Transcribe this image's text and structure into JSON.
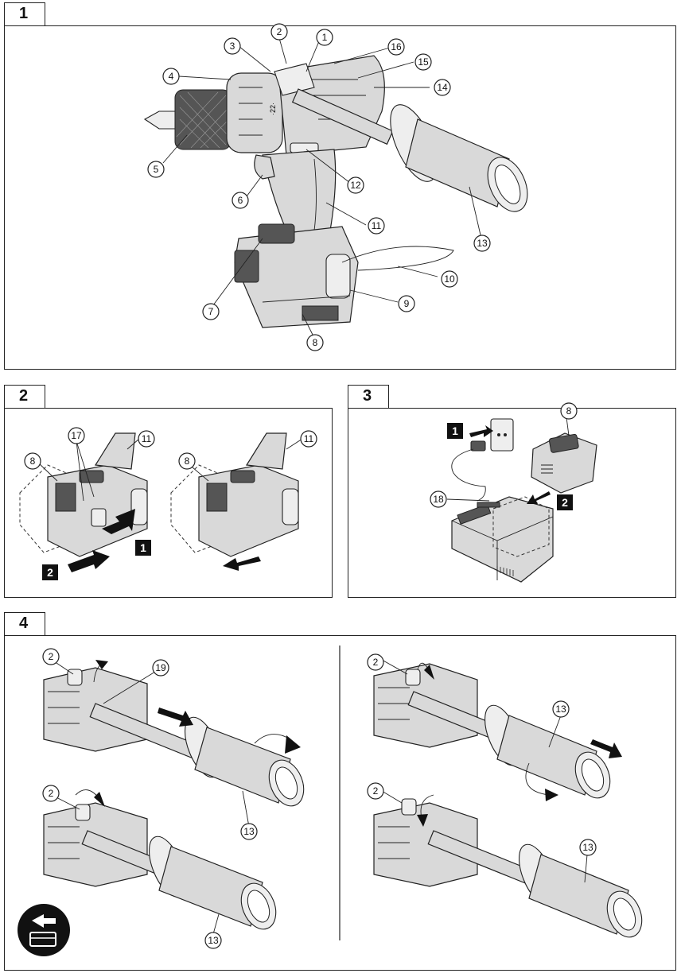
{
  "sections": [
    {
      "number": "1"
    },
    {
      "number": "2"
    },
    {
      "number": "3"
    },
    {
      "number": "4"
    }
  ],
  "callouts": {
    "c1": "1",
    "c2": "2",
    "c3": "3",
    "c4": "4",
    "c5": "5",
    "c6": "6",
    "c7": "7",
    "c8": "8",
    "c9": "9",
    "c10": "10",
    "c11": "11",
    "c12": "12",
    "c13": "13",
    "c14": "14",
    "c15": "15",
    "c16": "16",
    "c17": "17",
    "c18": "18",
    "c19": "19"
  },
  "steps": {
    "s1": "1",
    "s2": "2"
  },
  "colors": {
    "ink": "#111111",
    "body": "#d9d9d9",
    "dark": "#555555"
  },
  "icons": [
    "drill-icon",
    "battery-icon",
    "charger-icon",
    "side-handle-icon",
    "arrow-icon",
    "battery-remove-icon"
  ]
}
